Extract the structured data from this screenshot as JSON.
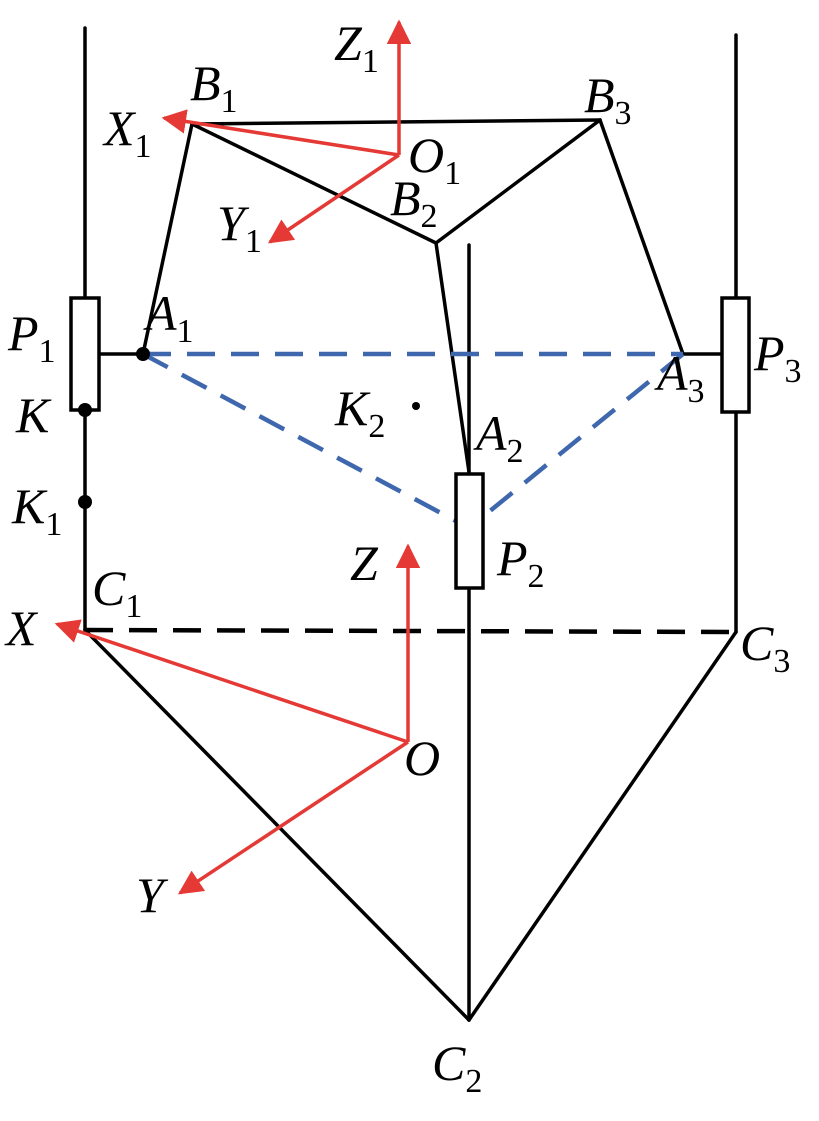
{
  "labels": {
    "B1": {
      "main": "B",
      "sub": "1"
    },
    "B2": {
      "main": "B",
      "sub": "2"
    },
    "B3": {
      "main": "B",
      "sub": "3"
    },
    "A1": {
      "main": "A",
      "sub": "1"
    },
    "A2": {
      "main": "A",
      "sub": "2"
    },
    "A3": {
      "main": "A",
      "sub": "3"
    },
    "P1": {
      "main": "P",
      "sub": "1"
    },
    "P2": {
      "main": "P",
      "sub": "2"
    },
    "P3": {
      "main": "P",
      "sub": "3"
    },
    "C1": {
      "main": "C",
      "sub": "1"
    },
    "C2": {
      "main": "C",
      "sub": "2"
    },
    "C3": {
      "main": "C",
      "sub": "3"
    },
    "K": {
      "main": "K",
      "sub": ""
    },
    "K1": {
      "main": "K",
      "sub": "1"
    },
    "K2": {
      "main": "K",
      "sub": "2"
    },
    "O1": {
      "main": "O",
      "sub": "1"
    },
    "X1": {
      "main": "X",
      "sub": "1"
    },
    "Y1": {
      "main": "Y",
      "sub": "1"
    },
    "Z1": {
      "main": "Z",
      "sub": "1"
    },
    "O": {
      "main": "O",
      "sub": ""
    },
    "X": {
      "main": "X",
      "sub": ""
    },
    "Y": {
      "main": "Y",
      "sub": ""
    },
    "Z": {
      "main": "Z",
      "sub": ""
    }
  },
  "colors": {
    "structure": "#000000",
    "axes": "#e53935",
    "base_triangle": "#3f67ae"
  }
}
